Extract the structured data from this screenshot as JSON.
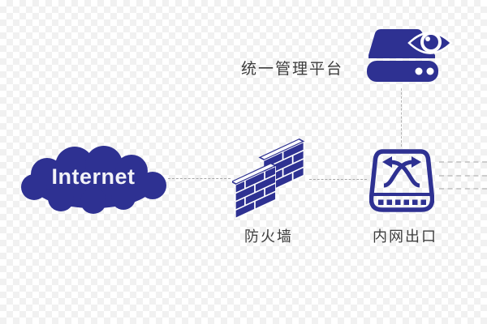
{
  "diagram": {
    "title": "network-topology",
    "nodes": {
      "internet": {
        "label": "Internet",
        "type": "cloud"
      },
      "firewall": {
        "label": "防火墙",
        "type": "brick-wall"
      },
      "intranet_exit": {
        "label": "内网出口",
        "type": "switch"
      },
      "management_platform": {
        "label": "统一管理平台",
        "type": "monitored-storage"
      }
    },
    "connections": [
      {
        "from": "internet",
        "to": "firewall",
        "style": "dotted"
      },
      {
        "from": "firewall",
        "to": "intranet_exit",
        "style": "dotted"
      },
      {
        "from": "management_platform",
        "to": "intranet_exit",
        "style": "dotted"
      },
      {
        "from": "intranet_exit",
        "to": "offscreen-right",
        "style": "dashed",
        "count": 3
      }
    ],
    "colors": {
      "icon_navy": "#2e3192",
      "label_gray": "#3d3d3d",
      "connector_gray": "#a8a8a8",
      "stub_gray": "#cdcdcd",
      "cloud_text": "#f2f2f7",
      "background": "transparent-checkerboard"
    }
  }
}
